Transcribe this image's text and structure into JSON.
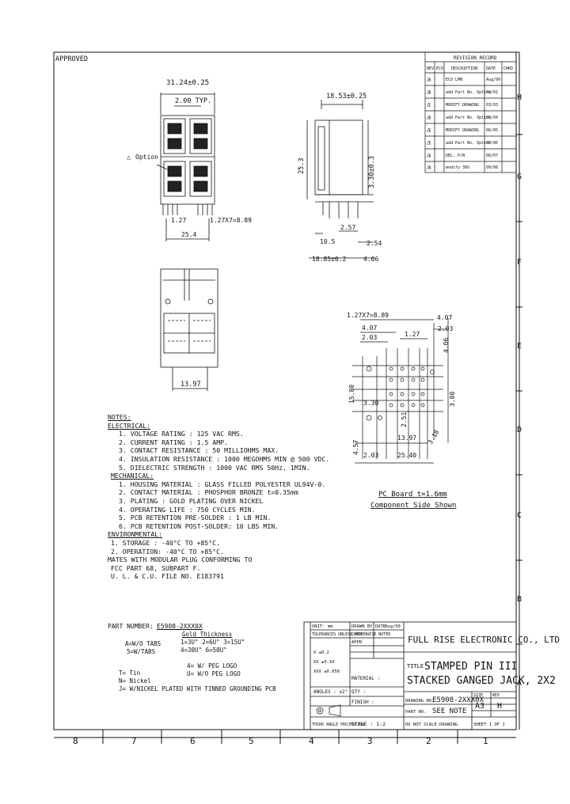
{
  "sheet_label": "APPROVED",
  "revision_record": {
    "title": "REVISION RECORD",
    "headers": [
      "REV",
      "ECO",
      "DESCRIPTION",
      "DATE",
      "CHKD"
    ],
    "rows": [
      {
        "rev": "A",
        "desc": "ECO LMN",
        "date": "Aug/99"
      },
      {
        "rev": "B",
        "desc": "add Part No. Option",
        "date": "02/01"
      },
      {
        "rev": "C",
        "desc": "MODIFY DRAWING",
        "date": "03/03"
      },
      {
        "rev": "D",
        "desc": "add Part No. Option",
        "date": "05/04"
      },
      {
        "rev": "E",
        "desc": "MODIFY DRAWING",
        "date": "06/05"
      },
      {
        "rev": "F",
        "desc": "add Part No. Option",
        "date": "07/06"
      },
      {
        "rev": "G",
        "desc": "DEL. P/N",
        "date": "08/07"
      },
      {
        "rev": "H",
        "desc": "modify 30U",
        "date": "09/08"
      }
    ]
  },
  "dims_front": {
    "width_top": "31.24±0.25",
    "pitch": "2.00 TYP.",
    "option_note": "Option",
    "pin_pitch": "1.27",
    "pin_row": "1.27X7=8.89",
    "width_bottom": "25.4"
  },
  "dims_side": {
    "depth": "18.53±0.25",
    "height": "25.3",
    "pin_height": "3.30±0.3",
    "lead": "10.5",
    "row_a": "2.57",
    "row_b": "2.54",
    "overall": "18.85±0.2",
    "foot": "4.06"
  },
  "dims_bottom_view": {
    "width": "13.97"
  },
  "pcb": {
    "top_pitch": "1.27X7=8.89",
    "d1": "4.07",
    "d2": "2.03",
    "d3": "2.03",
    "d4": "1.27",
    "d5": "4.07",
    "d6": "4.06",
    "d7": "3.80",
    "left_h": "15.80",
    "d8": "3.30",
    "d9": "2.51",
    "d10": "13.97",
    "d11": "4.57",
    "d12": "2.03",
    "d13": "25.40",
    "d14": "3.18",
    "board_note": "PC Board t=1.6mm",
    "side_note": "Component Side Shown"
  },
  "notes": {
    "title": "NOTES:",
    "electrical_title": "ELECTRICAL:",
    "electrical": [
      "1. VOLTAGE RATING        : 125 VAC RMS.",
      "2. CURRENT RATING        : 1.5 AMP.",
      "3. CONTACT RESISTANCE    : 50 MILLIOHMS MAX.",
      "4. INSULATION RESISTANCE : 1000 MEGOHMS MIN @ 500 VDC.",
      "5. DIELECTRIC STRENGTH   : 1000 VAC RMS 50Hz, 1MIN."
    ],
    "mechanical_title": "MECHANICAL:",
    "mechanical": [
      "1. HOUSING MATERIAL         : GLASS FILLED POLYESTER UL94V-0.",
      "2. CONTACT MATERIAL         : PHOSPHOR BRONZE t=0.35mm",
      "3. PLATING                  : GOLD PLATING OVER NICKEL",
      "4. OPERATING LIFE           : 750 CYCLES MIN.",
      "5. PCB RETENTION PRE-SOLDER : 1 LB MIN.",
      "6. PCB RETENTION POST-SOLDER: 10 LBS MIN."
    ],
    "environmental_title": "ENVIRONMENTAL:",
    "environmental": [
      "1. STORAGE : -40°C TO +85°C.",
      "2. OPERATION: -40°C TO +85°C."
    ],
    "mates": [
      "MATES WITH MODULAR PLUG CONFORMING TO",
      "FCC PART 68, SUBPART F.",
      "U. L. & C.U. FILE NO. E183791"
    ],
    "part_number_label": "PART NUMBER:",
    "part_number": "E5908-2XXX0X",
    "gold_title": "Gold Thickness",
    "gold_lines": [
      "1=3U\" 2=6U\" 3=15U\"",
      "4=30U\" 6=50U\""
    ],
    "tabs_lines": [
      "A=W/O TABS",
      "5=W/TABS"
    ],
    "peg_lines": [
      "4= W/ PEG LOGO",
      "U= W/O PEG LOGO"
    ],
    "plating_lines": [
      "T= Tin",
      "N= Nickel",
      "J= W/NICKEL PLATED WITH TINNED GROUNDING PCB"
    ]
  },
  "title_block": {
    "company": "FULL RISE ELECTRONIC CO., LTD",
    "title_label": "TITLE",
    "title_line1": "STAMPED PIN III",
    "title_line2": "STACKED GANGED JACK, 2X2",
    "drawn_by_label": "DRAWN BY",
    "checked_label": "CHKD",
    "approved_label": "APPR",
    "date_label": "DATE",
    "date_value": "Aug/99",
    "unit_label": "UNIT: mm",
    "tolerance_label": "TOLERANCES UNLESS OTHERWISE NOTED",
    "tolerances": [
      "X ±0.2",
      "XX ±0.10",
      "XXX ±0.050"
    ],
    "angles_label": "ANGLES : ±2°",
    "material_label": "MATERIAL :",
    "finish_label": "FINISH :",
    "qty_label": "QTY :",
    "projection_label": "THIRD ANGLE PROJECTION",
    "scale_label": "SCALE : 1:2",
    "drawing_no_label": "DRAWING NO.",
    "drawing_no": "E5908-2XXX0X",
    "part_no_label": "PART NO.",
    "part_no": "SEE NOTE",
    "size": "A3",
    "rev_value": "H",
    "size_label": "SIZE",
    "rev_label": "REV",
    "do_not_scale": "DO NOT SCALE DRAWING",
    "sheet_label": "SHEET 1 OF 1"
  },
  "zone_bottom": [
    "8",
    "7",
    "6",
    "5",
    "4",
    "3",
    "2",
    "1"
  ],
  "zone_right": [
    "H",
    "G",
    "F",
    "E",
    "D",
    "C",
    "B",
    "A"
  ]
}
